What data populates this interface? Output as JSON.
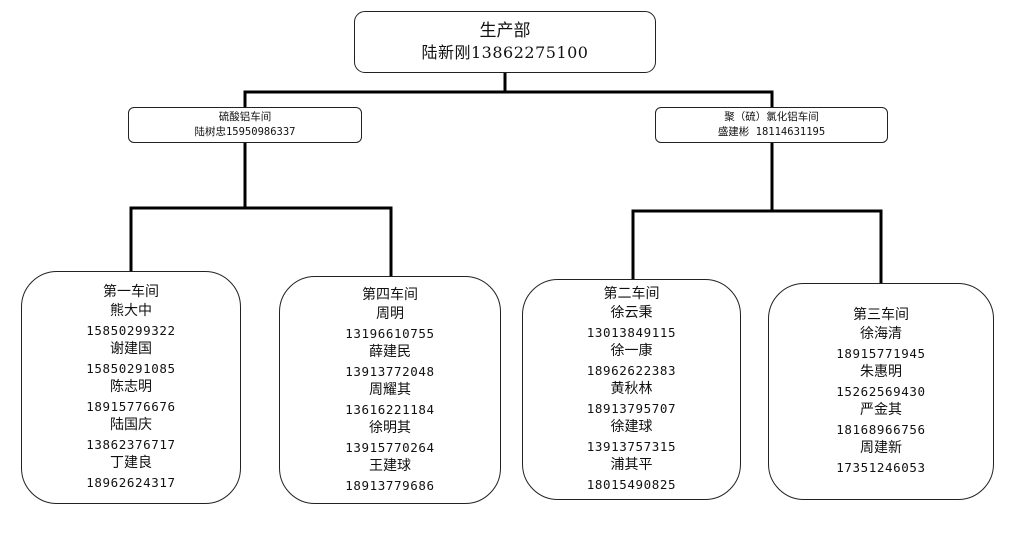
{
  "root": {
    "dept": "生产部",
    "head": "陆新刚13862275100"
  },
  "workshops": [
    {
      "name": "硫酸铝车间",
      "head": "陆树忠15950986337"
    },
    {
      "name": "聚（硫）氯化铝车间",
      "head": "盛建彬 18114631195"
    }
  ],
  "units": [
    {
      "title": "第一车间",
      "members": [
        {
          "name": "熊大中",
          "phone": "15850299322"
        },
        {
          "name": "谢建国",
          "phone": "15850291085"
        },
        {
          "name": "陈志明",
          "phone": "18915776676"
        },
        {
          "name": "陆国庆",
          "phone": "13862376717"
        },
        {
          "name": "丁建良",
          "phone": "18962624317"
        }
      ]
    },
    {
      "title": "第四车间",
      "members": [
        {
          "name": "周明",
          "phone": "13196610755"
        },
        {
          "name": "薛建民",
          "phone": "13913772048"
        },
        {
          "name": "周耀其",
          "phone": "13616221184"
        },
        {
          "name": "徐明其",
          "phone": "13915770264"
        },
        {
          "name": "王建球",
          "phone": "18913779686"
        }
      ]
    },
    {
      "title": "第二车间",
      "members": [
        {
          "name": "徐云秉",
          "phone": "13013849115"
        },
        {
          "name": "徐一康",
          "phone": "18962622383"
        },
        {
          "name": "黄秋林",
          "phone": "18913795707"
        },
        {
          "name": "徐建球",
          "phone": "13913757315"
        },
        {
          "name": "浦其平",
          "phone": "18015490825"
        }
      ]
    },
    {
      "title": "第三车间",
      "members": [
        {
          "name": "徐海清",
          "phone": "18915771945"
        },
        {
          "name": "朱惠明",
          "phone": "15262569430"
        },
        {
          "name": "严金其",
          "phone": "18168966756"
        },
        {
          "name": "周建新",
          "phone": "17351246053"
        }
      ]
    }
  ]
}
